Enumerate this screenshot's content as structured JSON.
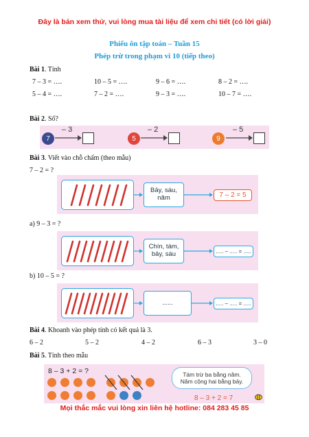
{
  "banner_top": "Đây là bản xem thử, vui lòng mua tài liệu để xem chi tiết (có lời giải)",
  "title1": "Phiếu ôn tập toán – Tuần 15",
  "title2": "Phép trừ trong phạm vi 10 (tiếp theo)",
  "bai1": {
    "label": "Bài 1",
    "instruction": ". Tính",
    "row1": [
      "7 – 3 = ….",
      "10 – 5 = ….",
      "9 – 6 = ….",
      "8 – 2 = …."
    ],
    "row2": [
      "5 – 4 = ….",
      "7 – 2 = ….",
      "9 – 3 = ….",
      "10 – 7 = …."
    ]
  },
  "bai2": {
    "label": "Bài 2",
    "instruction": ". Số?",
    "items": [
      {
        "start": "7",
        "op": "– 3",
        "color": "#3b4a8f"
      },
      {
        "start": "5",
        "op": "– 2",
        "color": "#e0443a"
      },
      {
        "start": "9",
        "op": "– 5",
        "color": "#ee7a2c"
      }
    ]
  },
  "bai3": {
    "label": "Bài 3",
    "instruction": ". Viết vào chỗ chấm (theo mẫu)",
    "example_label": "7 – 2 = ?",
    "example_words": "Bảy, sáu,\nnăm",
    "example_answer": "7 – 2 = 5",
    "a_label": "a) 9 – 3 = ?",
    "a_words": "Chín, tám,\nbảy, sáu",
    "a_answer": "..... – ..... = .....",
    "b_label": "b) 10 – 5 = ?",
    "b_words": "......",
    "b_answer": "..... – ..... = ....."
  },
  "bai4": {
    "label": "Bài 4",
    "instruction": ". Khoanh vào phép tính có kết quả là 3.",
    "options": [
      "6 – 2",
      "5 – 2",
      "4 – 2",
      "6 – 3",
      "3 – 0"
    ]
  },
  "bai5": {
    "label": "Bài 5",
    "instruction": ". Tính theo mẫu",
    "expression": "8 – 3 + 2 = ?",
    "bubble_line1": "Tám trừ ba bằng năm.",
    "bubble_line2": "Năm cộng hai bằng bảy.",
    "result": "8 – 3 + 2 = 7"
  },
  "banner_bottom": "Mọi thắc mắc vui lòng xin liên hệ hotline: 084 283 45 85",
  "colors": {
    "banner": "#e31b1b",
    "title": "#1d9bd7",
    "frame": "#2aa7e0",
    "stick": "#d0312d",
    "counter_orange": "#ef7d33",
    "counter_blue": "#3d82c4"
  }
}
